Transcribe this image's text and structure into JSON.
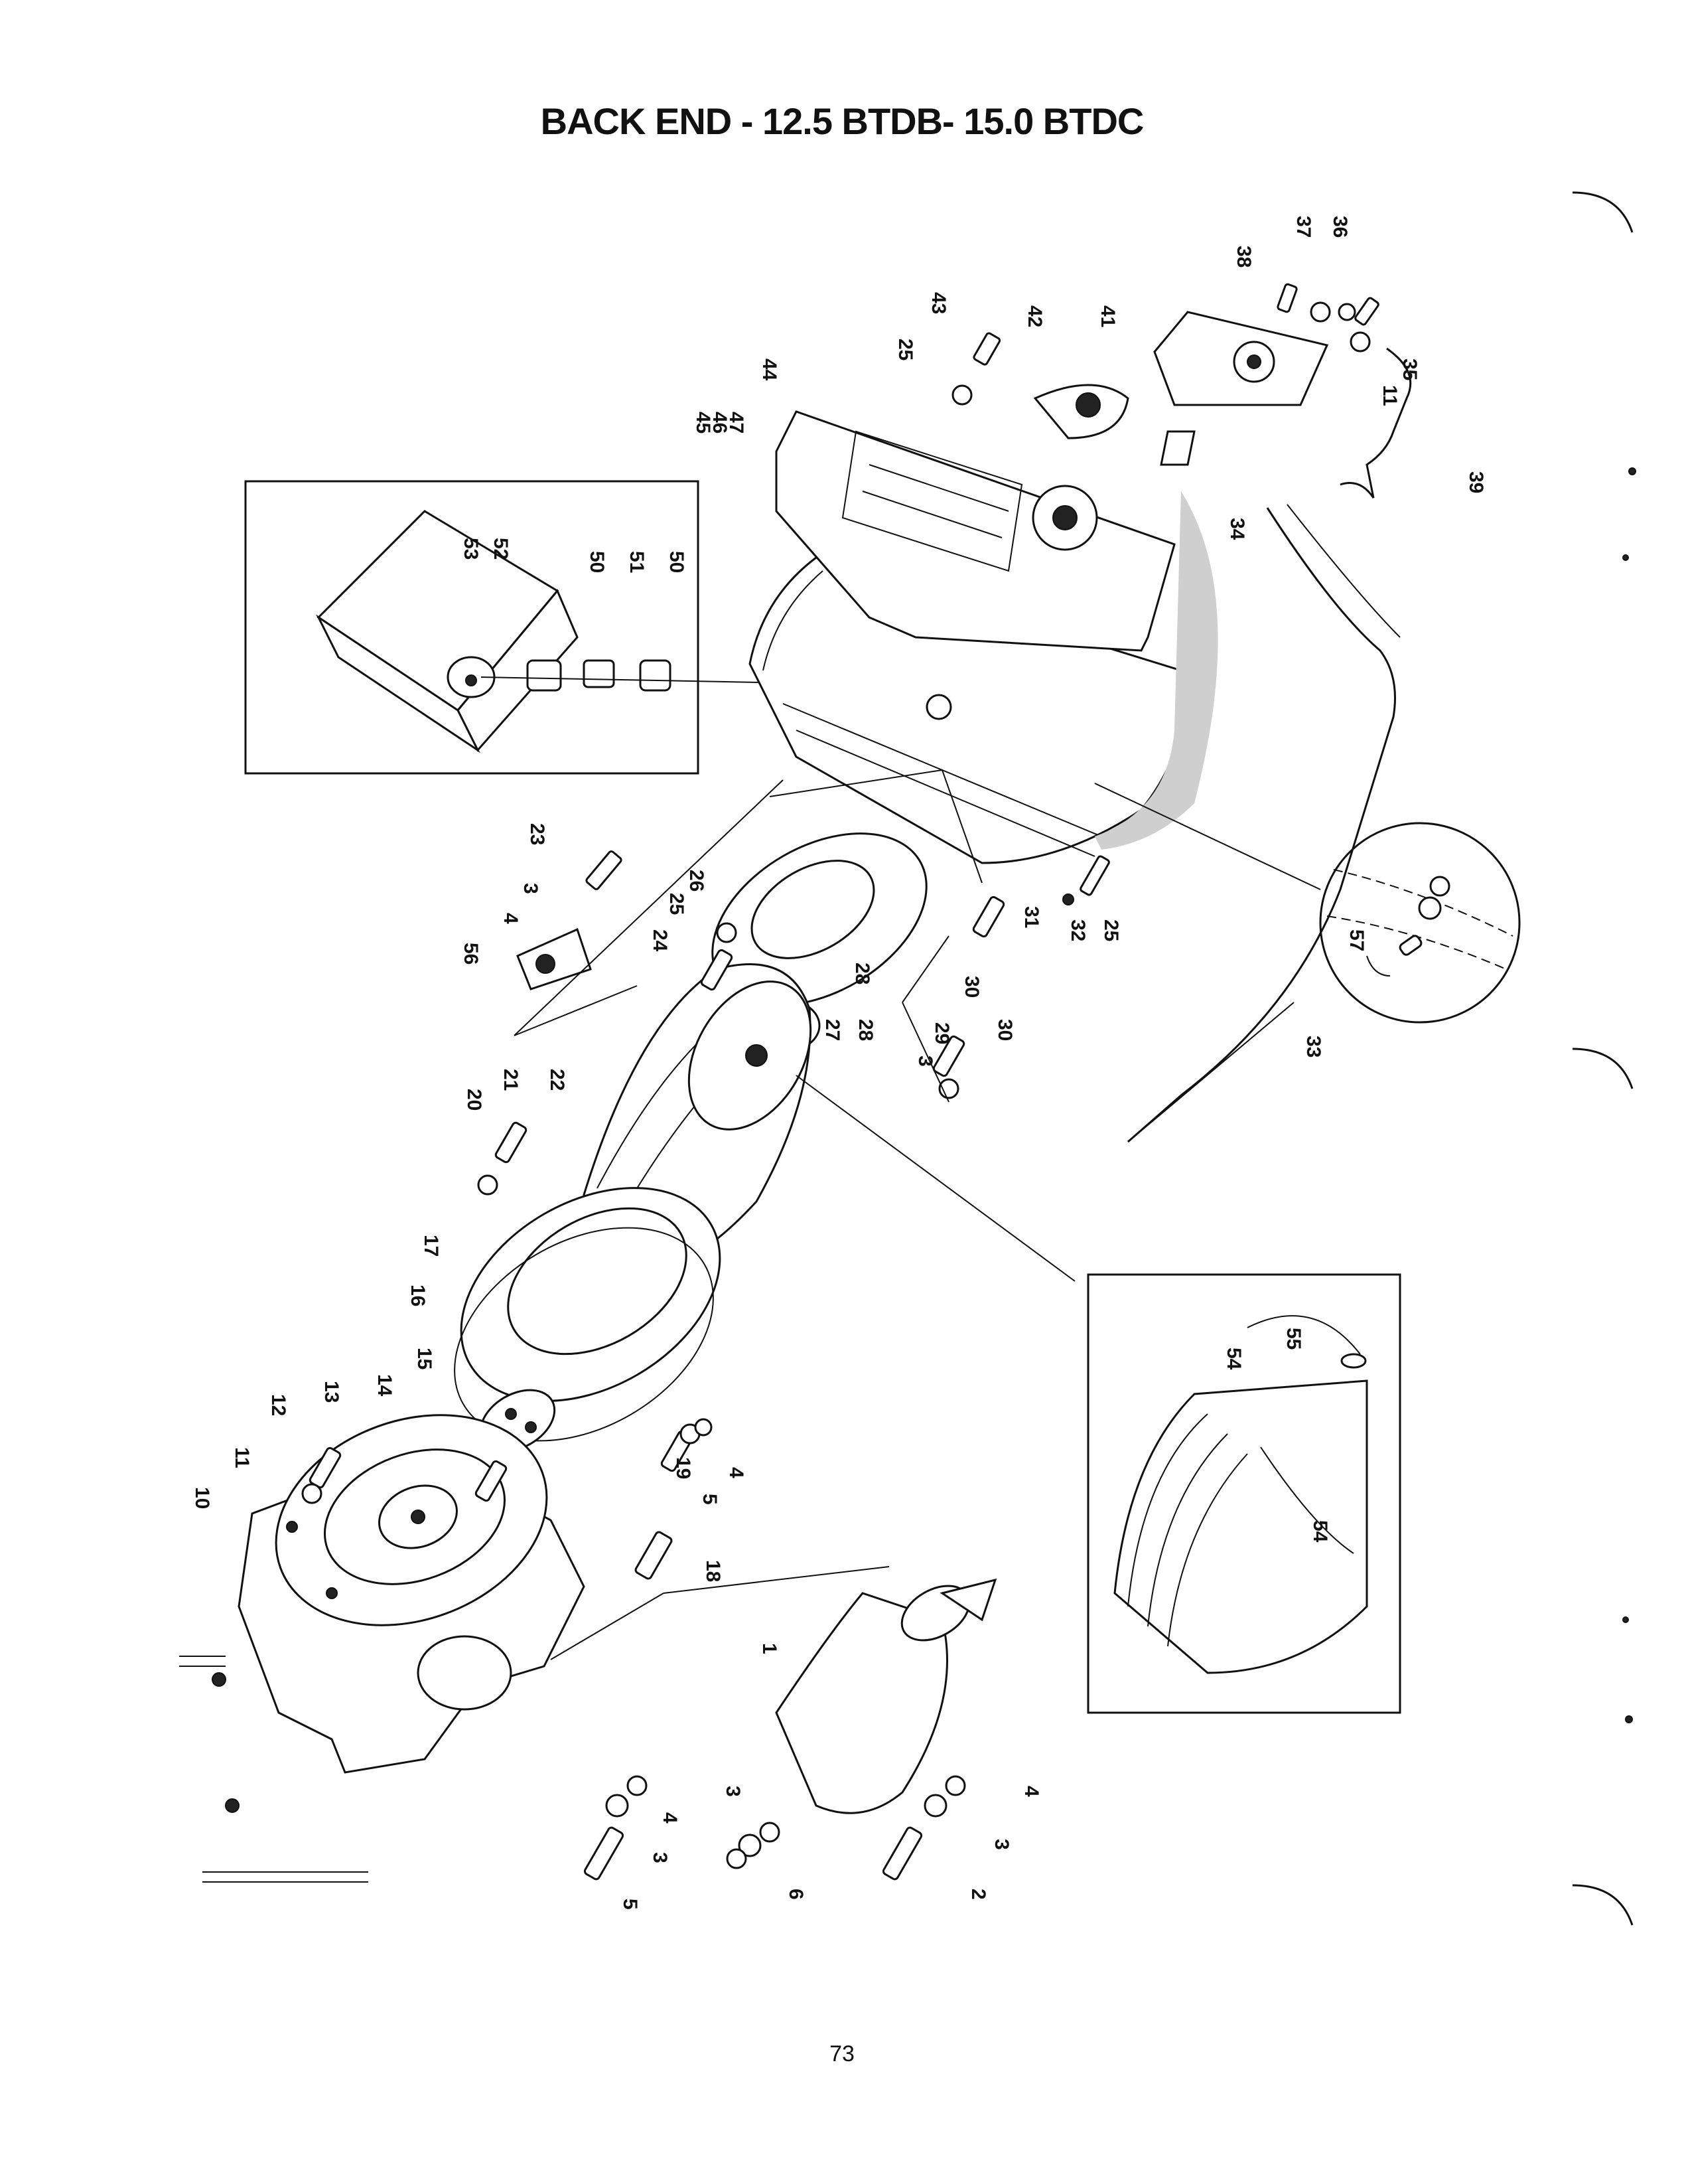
{
  "title": "BACK END  - 12.5 BTDB- 15.0 BTDC",
  "page_number": "73",
  "callouts": {
    "c1": "1",
    "c2": "2",
    "c3a": "3",
    "c3b": "3",
    "c3c": "3",
    "c3d": "3",
    "c3e": "3",
    "c4a": "4",
    "c4b": "4",
    "c4c": "4",
    "c4d": "4",
    "c5a": "5",
    "c5b": "5",
    "c6": "6",
    "c10": "10",
    "c11a": "11",
    "c11b": "11",
    "c12": "12",
    "c13": "13",
    "c14": "14",
    "c15": "15",
    "c16": "16",
    "c17": "17",
    "c18": "18",
    "c19": "19",
    "c20": "20",
    "c21": "21",
    "c22": "22",
    "c23": "23",
    "c24": "24",
    "c25a": "25",
    "c25b": "25",
    "c25c": "25",
    "c26": "26",
    "c27": "27",
    "c28a": "28",
    "c28b": "28",
    "c29": "29",
    "c30a": "30",
    "c30b": "30",
    "c31": "31",
    "c32": "32",
    "c33": "33",
    "c34": "34",
    "c35": "35",
    "c36": "36",
    "c37": "37",
    "c38": "38",
    "c39": "39",
    "c41": "41",
    "c42": "42",
    "c43": "43",
    "c44": "44",
    "c45": "45",
    "c46": "46",
    "c47": "47",
    "c50a": "50",
    "c50b": "50",
    "c51": "51",
    "c52": "52",
    "c53": "53",
    "c54a": "54",
    "c54b": "54",
    "c55": "55",
    "c56": "56",
    "c57": "57"
  }
}
